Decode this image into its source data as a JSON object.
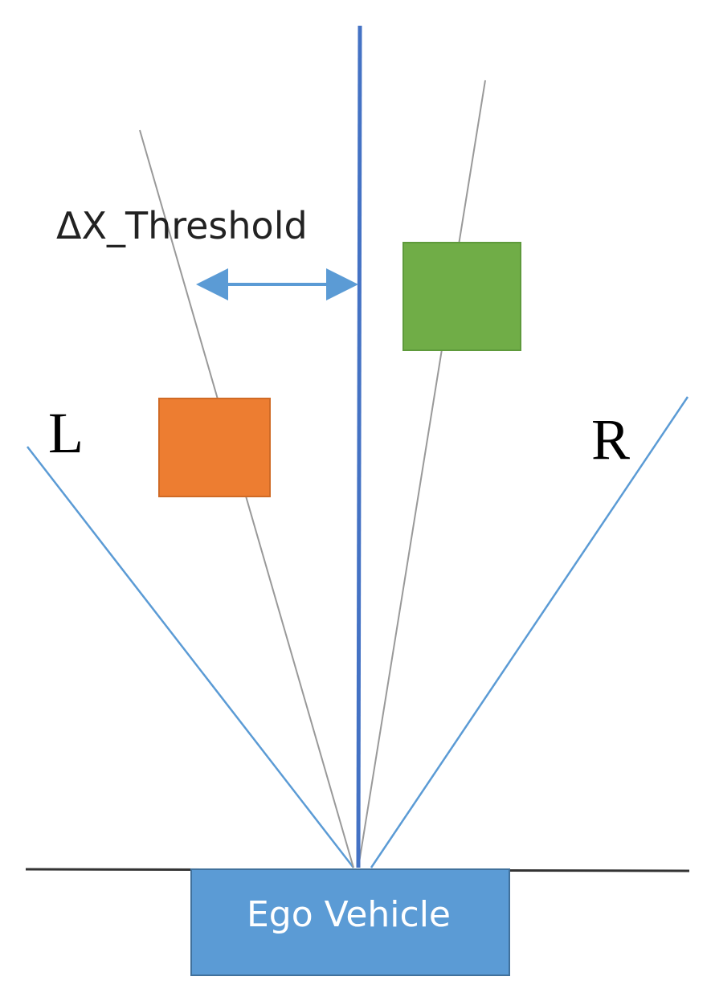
{
  "labels": {
    "threshold": "ΔX_Threshold",
    "left": "L",
    "right": "R",
    "ego_vehicle": "Ego Vehicle"
  },
  "colors": {
    "center_line": "#4472C4",
    "sensor_boundary": "#5B9BD5",
    "lane_ray": "#999999",
    "ground_line": "#333333",
    "arrow": "#5B9BD5",
    "left_object": "#ED7D31",
    "right_object": "#70AD47",
    "ego_vehicle": "#5B9BD5"
  }
}
